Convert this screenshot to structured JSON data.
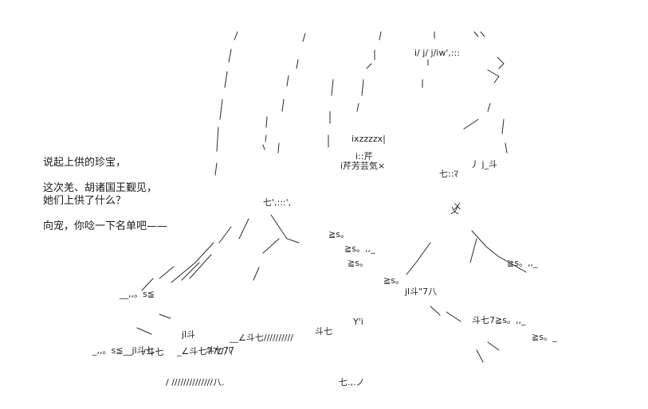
{
  "dialogue": {
    "line1": "说起上供的珍宝，",
    "line2": "这次羌、胡诸国王觐见，",
    "line3": "她们上供了什么？",
    "line4": "向宠，你唸一下名单吧——"
  },
  "ascii_art": {
    "fragments": [
      "i/ j/ j/iw',:::",
      "≧s。",
      "斗七",
      "jl斗",
      "斗七77",
      "七::ﾏ",
      "i芹芳芸気×",
      "ixzzzzx|",
      "丿 j_斗",
      "七',:::',",
      "i::芹",
      "ﾉ斗七",
      "jl斗\"7八",
      "≧s。,,_",
      "斗七7≧s。,,_",
      "≧s。,,_",
      "≧s。_",
      "__,,。s≦",
      "_,,。s≦__jl斗七",
      "_∠斗七77//八",
      "/ //////////////八.",
      "七.,.ノ",
      "ㄨ",
      "Y'i",
      "__∠斗七//////////",
      "≧s。",
      "≧s。",
      "乂"
    ]
  }
}
